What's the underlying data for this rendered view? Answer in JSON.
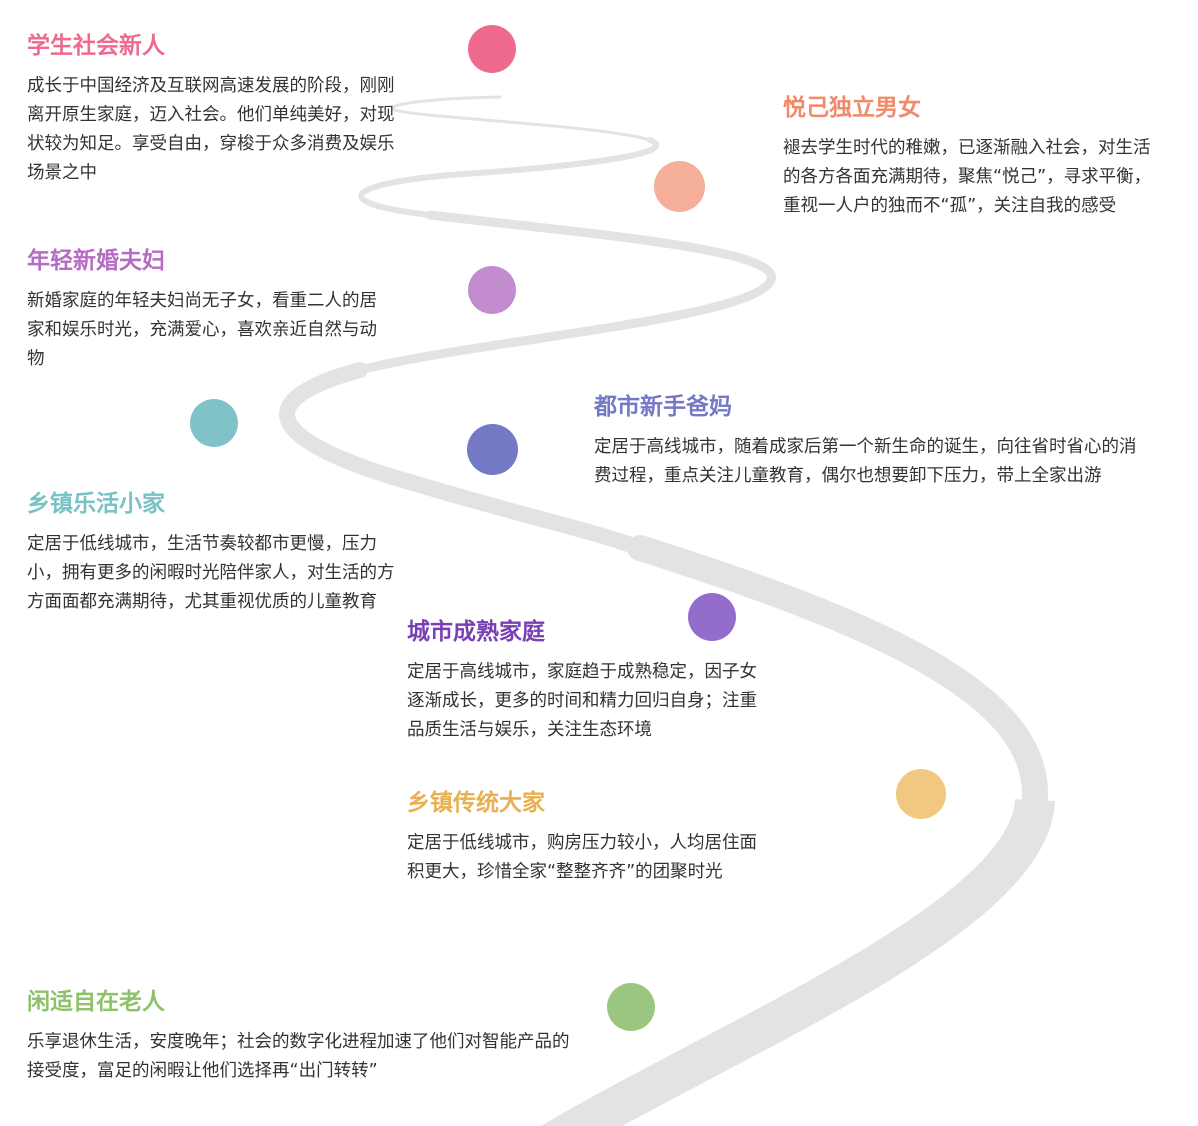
{
  "segments": [
    {
      "title": "学生社会新人",
      "color": "#ee6b8d",
      "desc": "成长于中国经济及互联网高速发展的阶段，刚刚离开原生家庭，迈入社会。他们单纯美好，对现状较为知足。享受自由，穿梭于众多消费及娱乐场景之中"
    },
    {
      "title": "悦己独立男女",
      "color": "#f08a6b",
      "dot": "#f4ae99",
      "desc": "褪去学生时代的稚嫩，已逐渐融入社会，对生活的各方各面充满期待，聚焦“悦己”，寻求平衡，重视一人户的独而不“孤”，关注自我的感受"
    },
    {
      "title": "年轻新婚夫妇",
      "color": "#b66cc4",
      "dot": "#c38ccf",
      "desc": "新婚家庭的年轻夫妇尚无子女，看重二人的居家和娱乐时光，充满爱心，喜欢亲近自然与动物"
    },
    {
      "title": "都市新手爸妈",
      "color": "#7479c6",
      "dot": "#7479c6",
      "desc": "定居于高线城市，随着成家后第一个新生命的诞生，向往省时省心的消费过程，重点关注儿童教育，偶尔也想要卸下压力，带上全家出游"
    },
    {
      "title": "乡镇乐活小家",
      "color": "#77c2c4",
      "dot": "#7fc3c8",
      "desc": "定居于低线城市，生活节奏较都市更慢，压力小，拥有更多的闲暇时光陪伴家人，对生活的方方面面都充满期待，尤其重视优质的儿童教育"
    },
    {
      "title": "城市成熟家庭",
      "color": "#7a3fb5",
      "dot": "#946cc9",
      "desc": "定居于高线城市，家庭趋于成熟稳定，因子女逐渐成长，更多的时间和精力回归自身；注重品质生活与娱乐，关注生态环境"
    },
    {
      "title": "乡镇传统大家",
      "color": "#e8b050",
      "dot": "#f0c882",
      "desc": "定居于低线城市，购房压力较小，人均居住面积更大，珍惜全家“整整齐齐”的团聚时光"
    },
    {
      "title": "闲适自在老人",
      "color": "#8cc269",
      "dot": "#9bc67f",
      "desc": "乐享退休生活，安度晚年；社会的数字化进程加速了他们对智能产品的接受度，富足的闲暇让他们选择再“出门转转”"
    }
  ],
  "road_color": "#e3e3e3"
}
